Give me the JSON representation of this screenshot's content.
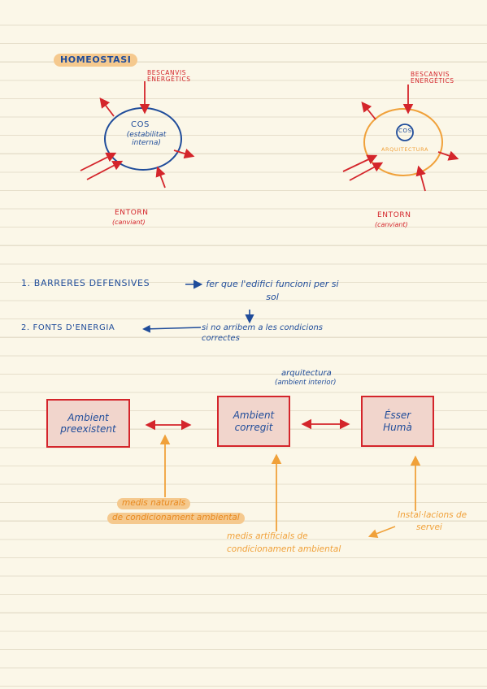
{
  "title": "HOMEOSTASI",
  "left_diagram": {
    "exchange": "BESCANVIS ENERGÈTICS",
    "center": "COS",
    "center_sub": "(estabilitat interna)",
    "environment": "ENTORN",
    "environment_sub": "(canviant)"
  },
  "right_diagram": {
    "exchange": "BESCANVIS ENERGÈTICS",
    "center": "COS",
    "ring": "ARQUITECTURA",
    "environment": "ENTORN",
    "environment_sub": "(canviant)"
  },
  "list": {
    "item1": "1. BARRERES DEFENSIVES",
    "item1_result": "fer que l'edifici funcioni per si sol",
    "item2": "2. FONTS D'ENERGIA",
    "item2_result": "si no arribem a les condicions correctes"
  },
  "flow": {
    "arch_label": "arquitectura",
    "arch_sub": "(ambient interior)",
    "box1": "Ambient preexistent",
    "box2": "Ambient corregit",
    "box3": "Ésser Humà",
    "natural_1": "medis naturals",
    "natural_2": "de condicionament ambiental",
    "artificial_1": "medis artificials de",
    "artificial_2": "condicionament ambiental",
    "installations_1": "Instal·lacions de",
    "installations_2": "servei"
  },
  "colors": {
    "blue": "#1f4c9a",
    "red": "#d4252b",
    "orange": "#f0a13a",
    "highlight": "#f5c98e",
    "paper": "#fbf7e8"
  }
}
